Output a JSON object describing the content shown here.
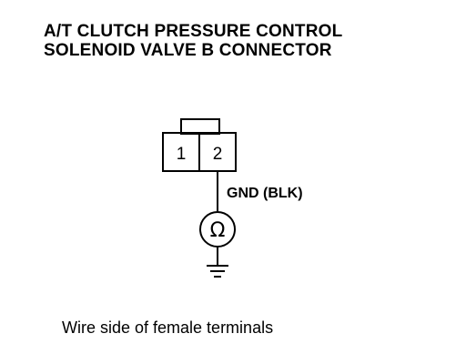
{
  "title": {
    "line1": "A/T CLUTCH PRESSURE CONTROL",
    "line2": "SOLENOID VALVE B CONNECTOR"
  },
  "connector": {
    "pins": [
      {
        "label": "1"
      },
      {
        "label": "2"
      }
    ]
  },
  "wire": {
    "label": "GND (BLK)"
  },
  "meter": {
    "symbol": "Ω",
    "icon": "ohmmeter-icon"
  },
  "ground": {
    "icon": "ground-icon"
  },
  "caption": "Wire side of female terminals"
}
